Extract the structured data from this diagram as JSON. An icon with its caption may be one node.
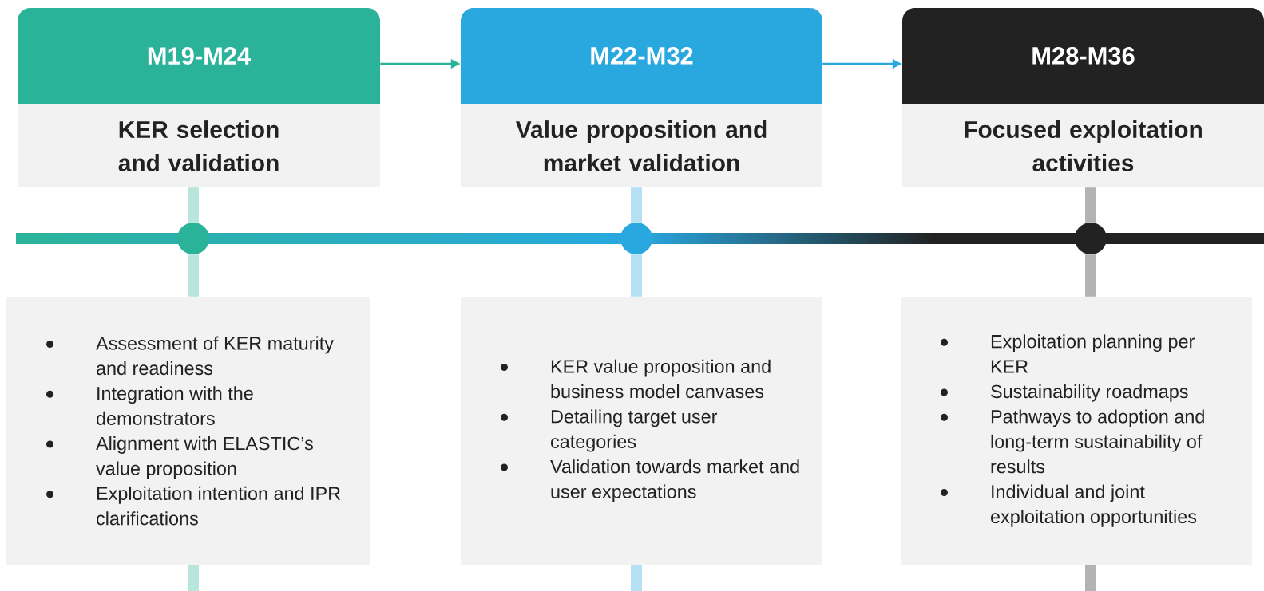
{
  "diagram": {
    "nodes": [
      {
        "text": [
          "M19-M24",
          "KER selection and validation"
        ]
      },
      {
        "text": [],
        "shape": "circle"
      },
      {
        "text": [
          "Assessment of KER maturity and readiness",
          "Integration with the demonstrators",
          "Alignment with ELASTIC’s value proposition",
          "Exploitation intention and IPR clarifications"
        ]
      },
      {
        "text": [
          "M22-M32",
          "Value proposition and market validation"
        ]
      },
      {
        "text": [],
        "shape": "circle"
      },
      {
        "text": [
          "KER value proposition and business model canvases",
          "Detailing target user categories",
          "Validation towards market and user expectations"
        ]
      },
      {
        "text": [
          "M28-M36",
          "Focused exploitation activities"
        ]
      },
      {
        "text": [],
        "shape": "circle"
      },
      {
        "text": [
          "Exploitation planning per KER",
          "Sustainability roadmaps",
          "Pathways to adoption and long-term sustainability of results",
          "Individual and joint exploitation opportunities"
        ]
      },
      {
        "text": [],
        "shape": "bar"
      }
    ],
    "edges": [
      {
        "from": 0,
        "to": 3,
        "arrow": "to",
        "color": "#2bb39a"
      },
      {
        "from": 3,
        "to": 6,
        "arrow": "to",
        "color": "#29a8e0"
      },
      {
        "from": 0,
        "to": 1,
        "arrow": "none",
        "color": "#b9e6dc"
      },
      {
        "from": 1,
        "to": 2,
        "arrow": "none",
        "color": "#b9e6dc"
      },
      {
        "from": 3,
        "to": 4,
        "arrow": "none",
        "color": "#b5e0f3"
      },
      {
        "from": 4,
        "to": 5,
        "arrow": "none",
        "color": "#b5e0f3"
      },
      {
        "from": 6,
        "to": 7,
        "arrow": "none",
        "color": "#b3b3b3"
      },
      {
        "from": 7,
        "to": 8,
        "arrow": "none",
        "color": "#b3b3b3"
      }
    ]
  }
}
